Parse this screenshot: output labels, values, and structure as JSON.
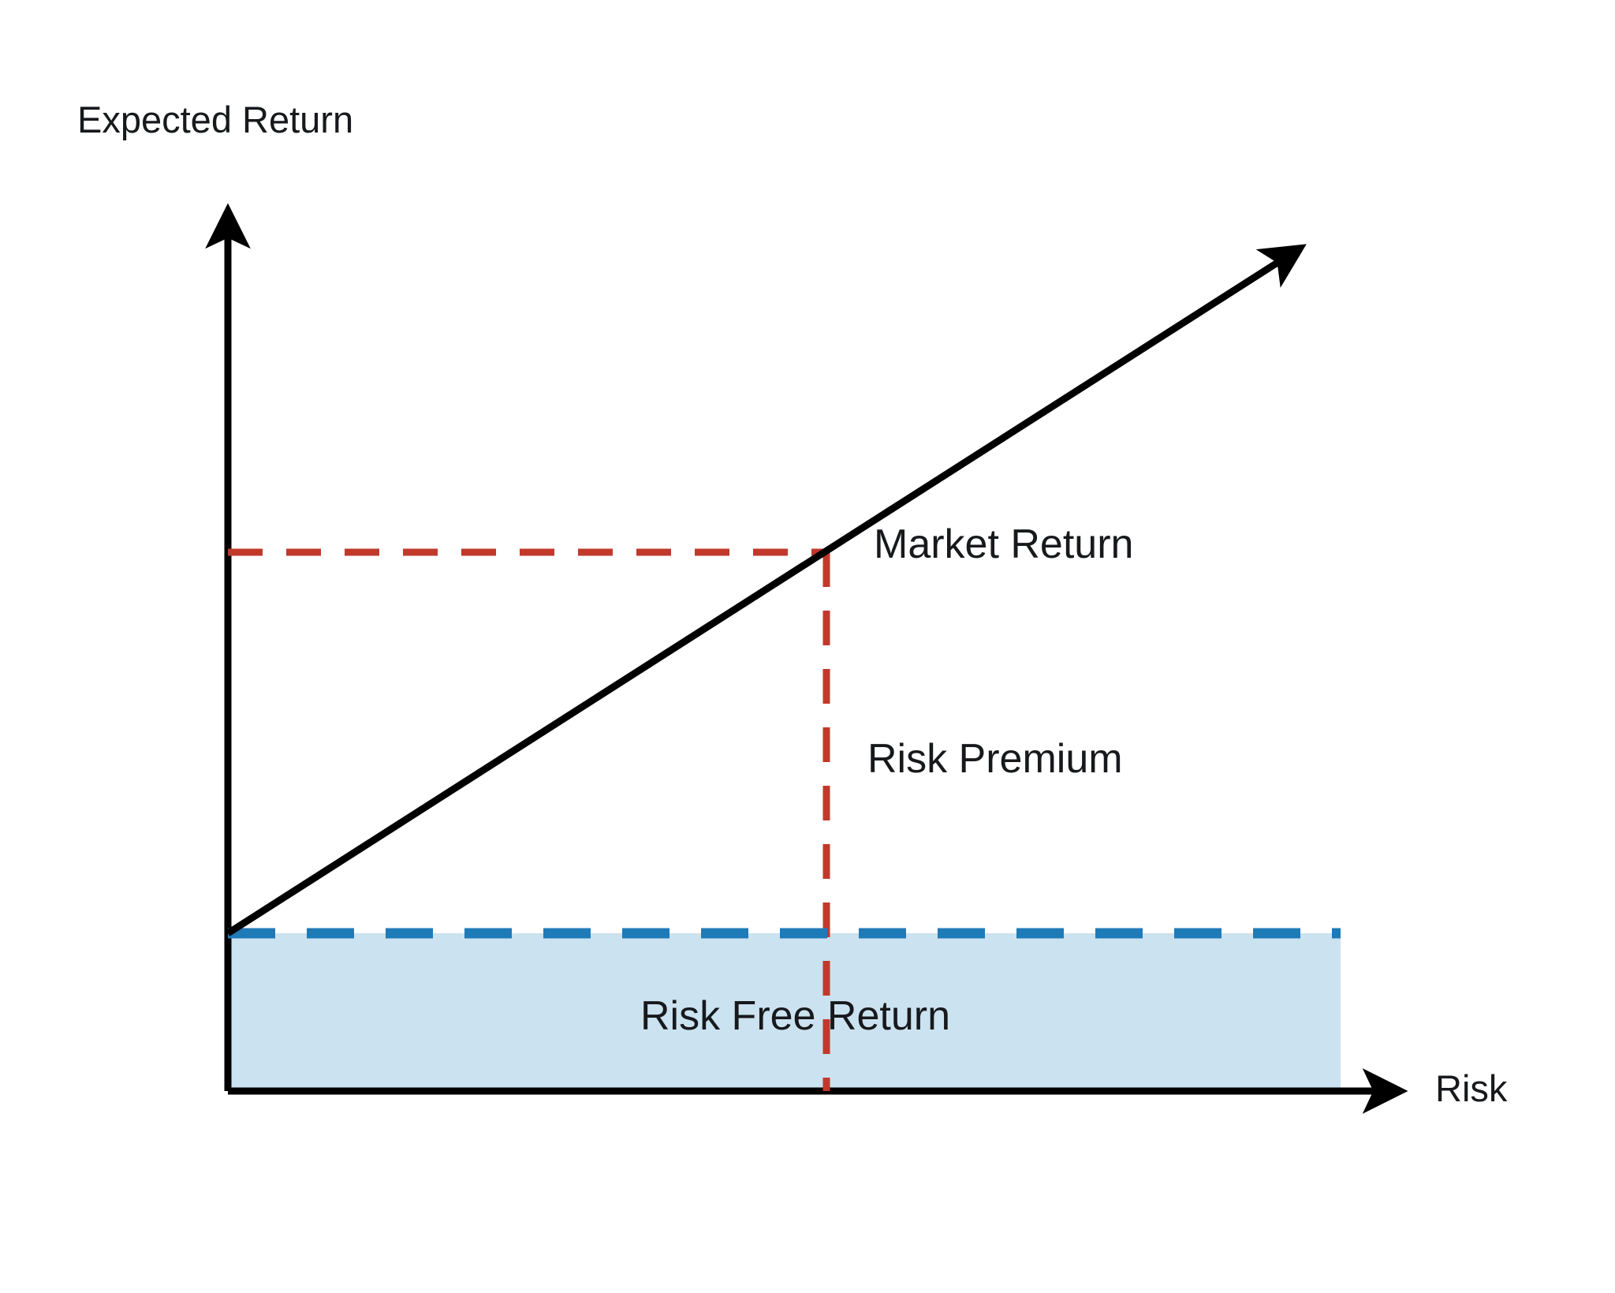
{
  "chart_data": {
    "type": "line",
    "title": "",
    "xlabel": "Risk",
    "ylabel": "Expected Return",
    "grid": false,
    "legend": null,
    "axis_style": "arrow-tipped open axes, no tick marks, no numeric scale",
    "xlim": [
      0,
      1
    ],
    "ylim": [
      0,
      1
    ],
    "series": [
      {
        "name": "Security Market Line",
        "type": "line",
        "style": "solid",
        "color": "#000000",
        "arrow": "end",
        "x": [
          0.0,
          0.915
        ],
        "y": [
          0.179,
          0.955
        ],
        "description": "Upward sloping line starting at the risk free return level on the vertical axis and rising to the upper right"
      },
      {
        "name": "Market Return level",
        "type": "hline",
        "style": "dashed",
        "color": "#c0392b",
        "y": 0.607,
        "x_from": 0.0,
        "x_to": 0.506,
        "description": "Horizontal dashed guide from the vertical axis to the market portfolio point"
      },
      {
        "name": "Market Risk level",
        "type": "vline",
        "style": "dashed",
        "color": "#c0392b",
        "x": 0.506,
        "y_from": 0.0,
        "y_to": 0.607,
        "description": "Vertical dashed guide dropping from the market portfolio point to the horizontal axis"
      },
      {
        "name": "Risk Free Return level",
        "type": "hline",
        "style": "dashed",
        "color": "#1f7ab8",
        "y": 0.179,
        "x_from": 0.0,
        "x_to": 0.941,
        "description": "Horizontal dashed line marking the risk free rate"
      }
    ],
    "areas": [
      {
        "name": "Risk Free Return band",
        "fill": "#cbe2f0",
        "x_from": 0.0,
        "x_to": 0.941,
        "y_from": 0.0,
        "y_to": 0.179,
        "label": "Risk Free Return"
      }
    ],
    "points": [
      {
        "name": "Market portfolio",
        "x": 0.506,
        "y": 0.607,
        "label": "Market Return"
      }
    ],
    "annotations": [
      {
        "name": "market-return",
        "text": "Market Return",
        "x": 0.54,
        "y": 0.61
      },
      {
        "name": "risk-premium",
        "text": "Risk Premium",
        "x": 0.535,
        "y": 0.38
      },
      {
        "name": "risk-free-return",
        "text": "Risk Free Return",
        "x": 0.38,
        "y": 0.09
      }
    ]
  },
  "labels": {
    "y_axis": "Expected Return",
    "x_axis": "Risk",
    "market_return": "Market Return",
    "risk_premium": "Risk Premium",
    "risk_free_return": "Risk Free Return"
  },
  "colors": {
    "background": "#ffffff",
    "axis": "#000000",
    "sml_line": "#000000",
    "market_guide_dashed": "#c0392b",
    "risk_free_dashed": "#1f7ab8",
    "risk_free_fill": "#cbe2f0",
    "text": "#17191c"
  },
  "geometry": {
    "y_axis_x": 289,
    "x_axis_y": 1383,
    "y_axis_top": 255,
    "x_axis_right": 1790,
    "risk_free_y": 1183,
    "market_return_y": 700,
    "market_risk_x": 1048,
    "shade_right_x": 1700,
    "sml_end_x": 1662,
    "sml_end_y": 305
  }
}
